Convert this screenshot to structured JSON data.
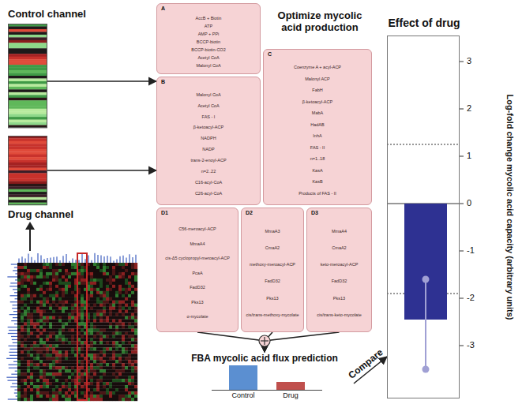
{
  "diagram": {
    "nodes": [
      {
        "text": [
          "Control channel"
        ]
      },
      {
        "text": [
          "Drug channel"
        ]
      },
      {
        "text": [
          "A",
          "AccB + Biotin",
          "ATP",
          "AMP + PPi",
          "BCCP-biotin",
          "BCCP-biotin-CO2",
          "Acetyl CoA",
          "Malonyl CoA"
        ]
      },
      {
        "text": [
          "B",
          "Malonyl CoA",
          "Acetyl CoA",
          "FAS - I",
          "β-ketoacyl-ACP",
          "NADPH",
          "NADP",
          "trans-2-enoyl-ACP",
          "n=2..22",
          "C16-acyl-CoA",
          "C26-acyl-CoA"
        ]
      },
      {
        "text": [
          "C",
          "Coenzyme A + acyl-ACP",
          "Malonyl ACP",
          "FabH",
          "β-ketoacyl-ACP",
          "MabA",
          "HadAB",
          "InhA",
          "FAS - II",
          "n=1..18",
          "KasA",
          "KasB",
          "Products of FAS - II"
        ]
      },
      {
        "text": [
          "D1",
          "C56-meroacyl-ACP",
          "MmaA4",
          "cis-Δ5 cyclopropyl-meroacyl-ACP",
          "PcaA",
          "FadD32",
          "Pks13",
          "α-mycolate"
        ]
      },
      {
        "text": [
          "D2",
          "MmaA3",
          "CmaA2",
          "methoxy-meroacyl-ACP",
          "FadD32",
          "Pks13",
          "cis/trans-methoxy-mycolate"
        ]
      },
      {
        "text": [
          "D3",
          "MmaA4",
          "CmaA2",
          "keto-meroacyl-ACP",
          "FadD32",
          "Pks13",
          "cis/trans-keto-mycolate"
        ]
      },
      {
        "text": [
          "FBA mycolic acid flux prediction",
          "Control",
          "Drug"
        ]
      },
      {
        "text": [
          "Effect of drug"
        ]
      }
    ],
    "edges": [
      {
        "from": 0,
        "to": 3,
        "arrow": "to"
      },
      {
        "from": 1,
        "to": 3,
        "arrow": "to"
      },
      {
        "from": 5,
        "to": 8,
        "arrow": "to"
      },
      {
        "from": 6,
        "to": 8,
        "arrow": "to"
      },
      {
        "from": 7,
        "to": 8,
        "arrow": "to"
      },
      {
        "from": 8,
        "to": 9,
        "label": "Compare",
        "arrow": "to"
      }
    ],
    "labels": [
      "Optimize mycolic acid production",
      "3",
      "2",
      "1",
      "0",
      "-1",
      "-2",
      "-3",
      "Log-fold change mycolic acid capacity (arbitrary units)"
    ]
  }
}
